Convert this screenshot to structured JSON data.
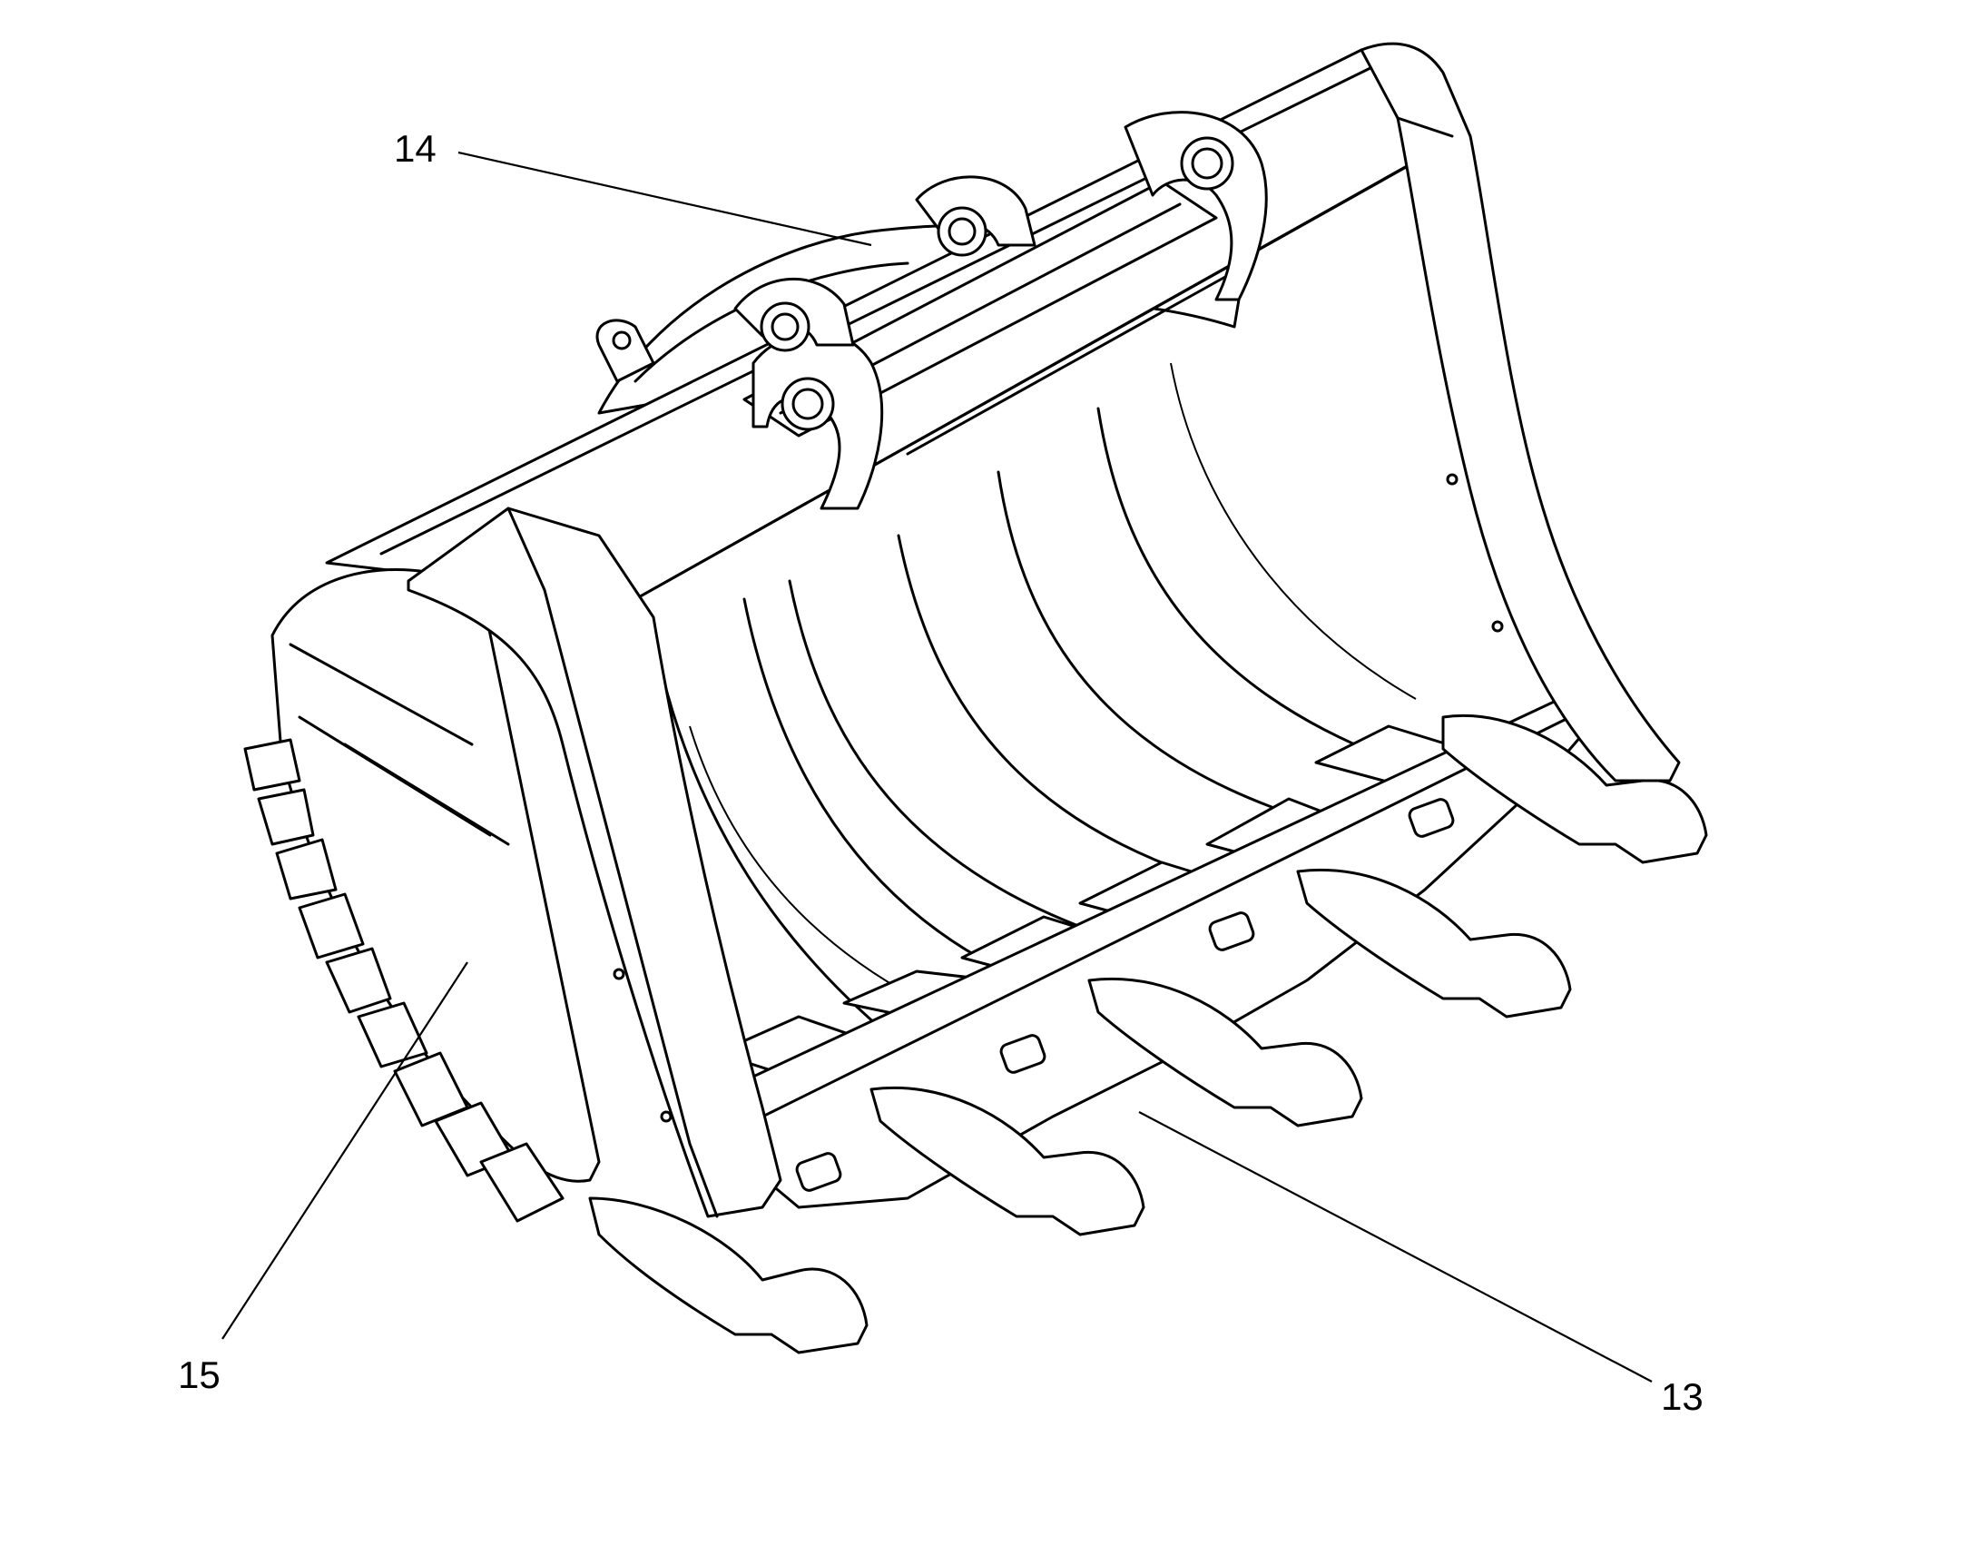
{
  "callouts": [
    {
      "id": "14",
      "label": "14"
    },
    {
      "id": "15",
      "label": "15"
    },
    {
      "id": "13",
      "label": "13"
    }
  ],
  "line_color": "#000000",
  "background": "#ffffff"
}
